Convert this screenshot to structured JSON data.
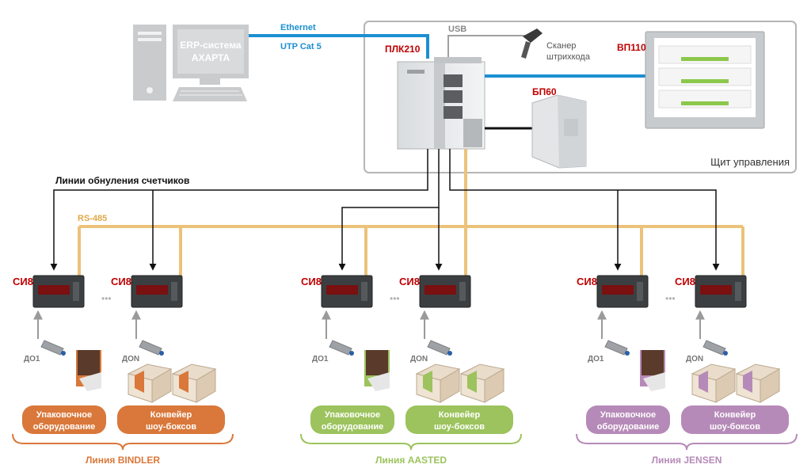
{
  "network": {
    "ethernet": "Ethernet",
    "utp": "UTP Cat 5",
    "usb": "USB",
    "rs485": "RS-485",
    "reset_lines": "Линии обнуления счетчиков"
  },
  "erp": {
    "line1": "ERP-система",
    "line2": "АХАРТА"
  },
  "panel": {
    "title": "Щит управления",
    "plc": "ПЛК210",
    "scanner1": "Сканер",
    "scanner2": "штрихкода",
    "psu": "БП60",
    "hmi": "ВП110"
  },
  "colors": {
    "ethernet": "#1b8fd1",
    "rs485": "#ecc27a",
    "device_label": "#c00000",
    "bindler": "#d9783a",
    "aasted": "#9cc35d",
    "jensen": "#b68ab8"
  },
  "lines": [
    {
      "name": "Линия BINDLER",
      "color": "#d9783a",
      "devices": [
        "СИ8",
        "СИ8"
      ],
      "sensors": [
        "ДО1",
        "ДОN"
      ],
      "pkg": "Упаковочное\nоборудование",
      "pkg1": "Упаковочное",
      "pkg2": "оборудование",
      "conv1": "Конвейер",
      "conv2": "шоу-боксов"
    },
    {
      "name": "Линия AASTED",
      "color": "#9cc35d",
      "devices": [
        "СИ8",
        "СИ8"
      ],
      "sensors": [
        "ДО1",
        "ДОN"
      ],
      "pkg1": "Упаковочное",
      "pkg2": "оборудование",
      "conv1": "Конвейер",
      "conv2": "шоу-боксов"
    },
    {
      "name": "Линия JENSEN",
      "color": "#b68ab8",
      "devices": [
        "СИ8",
        "СИ8"
      ],
      "sensors": [
        "ДО1",
        "ДОN"
      ],
      "pkg1": "Упаковочное",
      "pkg2": "оборудование",
      "conv1": "Конвейер",
      "conv2": "шоу-боксов"
    }
  ],
  "ellipsis": "•••"
}
